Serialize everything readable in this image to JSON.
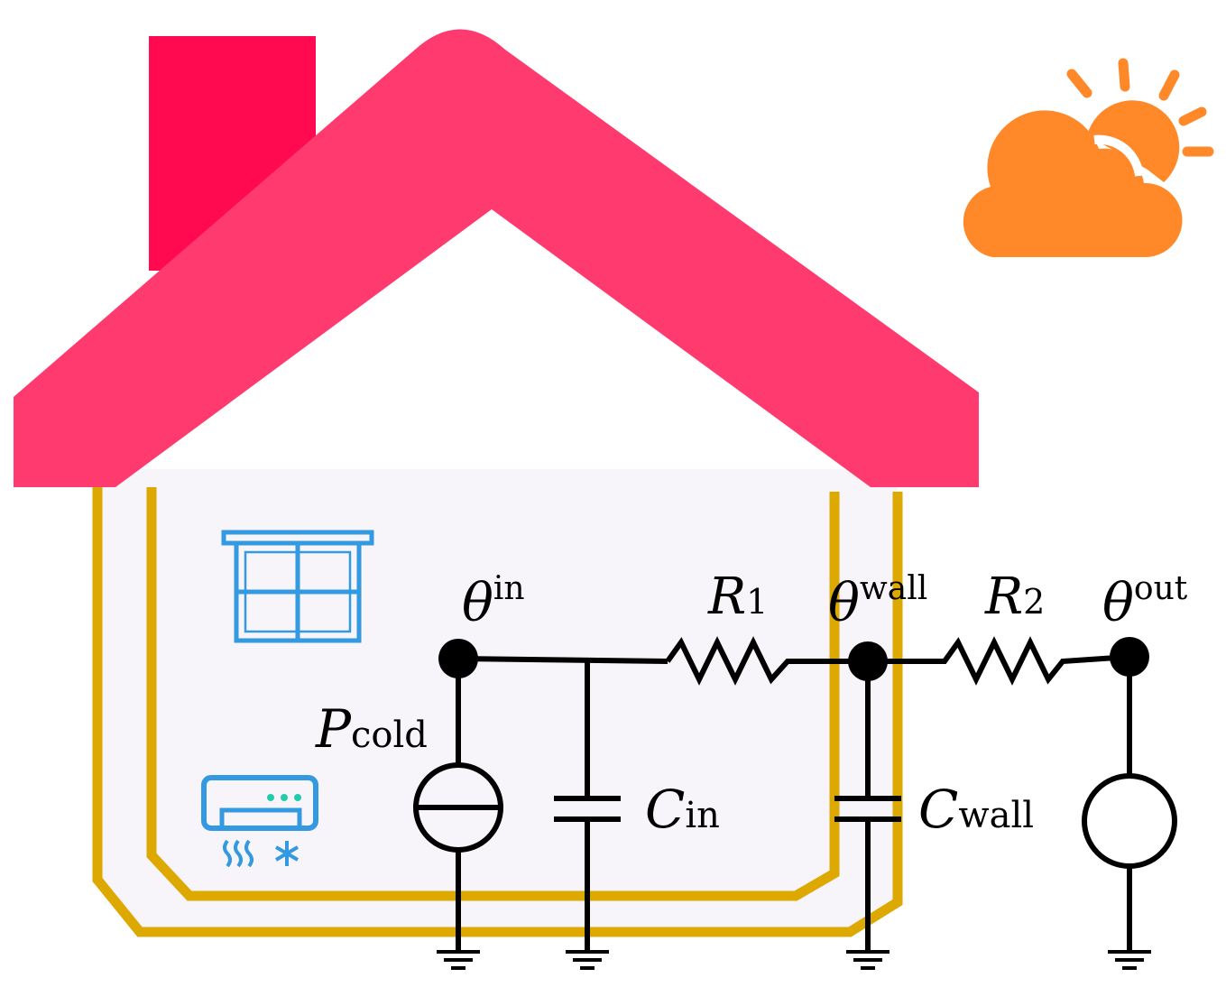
{
  "colors": {
    "roof": "#ff3a6e",
    "chimney": "#ff0a50",
    "wall_fill": "#f7f4fa",
    "insulation": "#dda800",
    "weather": "#ff8828",
    "appliance": "#3399e0",
    "ac_dots": "#22ccaa",
    "circuit": "#000000"
  },
  "icons": {
    "window": "window-icon",
    "air_conditioner": "air-conditioner-icon",
    "weather": "partly-cloudy-icon"
  },
  "labels": {
    "theta_in": {
      "symbol": "θ",
      "sup": "in"
    },
    "theta_wall": {
      "symbol": "θ",
      "sup": "wall"
    },
    "theta_out": {
      "symbol": "θ",
      "sup": "out"
    },
    "r1": {
      "symbol": "R",
      "sub": "1"
    },
    "r2": {
      "symbol": "R",
      "sub": "2"
    },
    "p_cold": {
      "symbol": "P",
      "sub": "cold"
    },
    "c_in": {
      "symbol": "C",
      "sub": "in"
    },
    "c_wall": {
      "symbol": "C",
      "sub": "wall"
    }
  }
}
